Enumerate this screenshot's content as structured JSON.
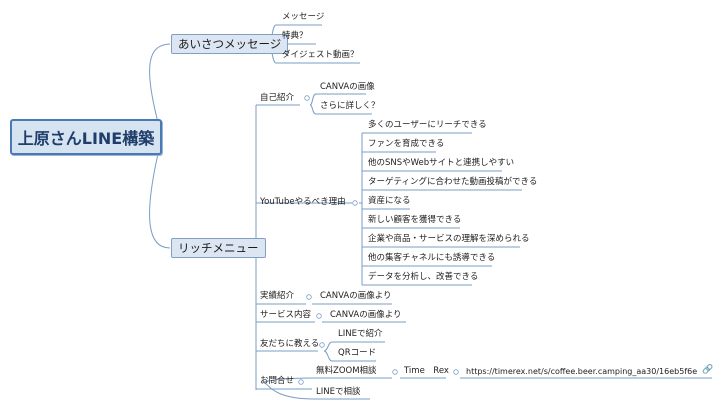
{
  "root": "上原さんLINE構築",
  "greeting": {
    "label": "あいさつメッセージ",
    "children": [
      "メッセージ",
      "特典？",
      "ダイジェスト動画？"
    ]
  },
  "rich_menu": {
    "label": "リッチメニュー",
    "intro": {
      "label": "自己紹介",
      "children": [
        "CANVAの画像",
        "さらに詳しく？"
      ]
    },
    "youtube": {
      "label": "YouTubeやるべき理由",
      "reasons": [
        "多くのユーザーにリーチできる",
        "ファンを育成できる",
        "他のSNSやWebサイトと連携しやすい",
        "ターゲティングに合わせた動画投稿ができる",
        "資産になる",
        "新しい顧客を獲得できる",
        "企業や商品・サービスの理解を深められる",
        "他の集客チャネルにも誘導できる",
        "データを分析し、改善できる"
      ]
    },
    "results": {
      "label": "実績紹介",
      "child": "CANVAの画像より"
    },
    "services": {
      "label": "サービス内容",
      "child": "CANVAの画像より"
    },
    "friends": {
      "label": "友だちに教える",
      "children": [
        "LINEで紹介",
        "QRコード"
      ]
    },
    "contact": {
      "label": "お問合せ",
      "zoom": "無料ZOOM相談",
      "timerex": "Time　Rex",
      "url": "https://timerex.net/s/coffee.beer.camping_aa30/16eb5f6e",
      "line": "LINEで相談"
    }
  },
  "colors": {
    "line": "#7a9cc6",
    "root_fill": "#d6e3f1",
    "branch_fill": "#dce6f3"
  }
}
